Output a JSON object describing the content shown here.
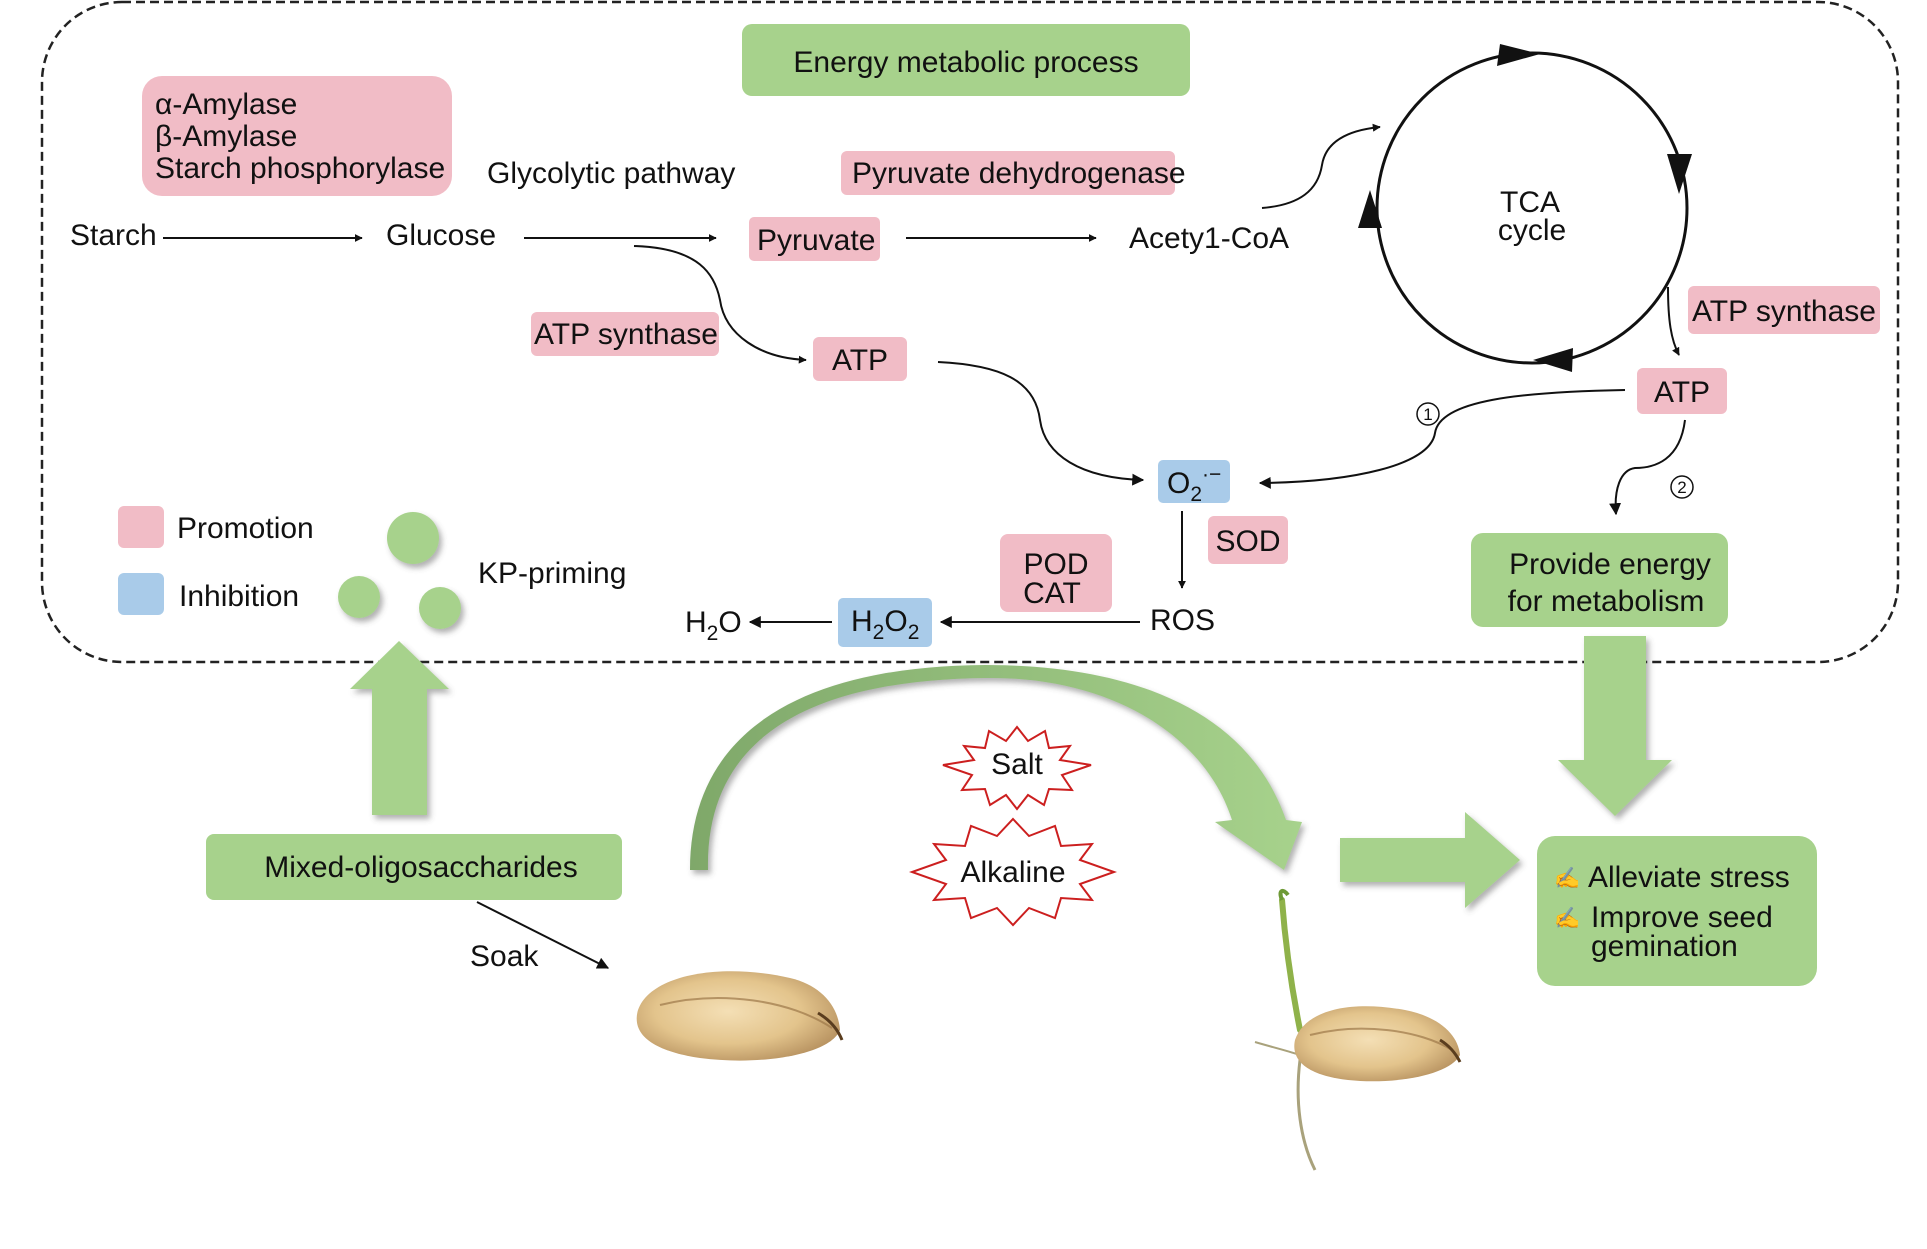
{
  "colors": {
    "pink": "#f1bcc6",
    "blue": "#a9cbe9",
    "green": "#a7d28c",
    "green_dark": "#7fa86a",
    "star_red": "#cc1f1f",
    "border": "#222222"
  },
  "header": {
    "title": "Energy metabolic process"
  },
  "enzymes": {
    "amylase_1": "α-Amylase",
    "amylase_2": "β-Amylase",
    "amylase_3": "Starch phosphorylase",
    "pyruvate_dh": "Pyruvate dehydrogenase",
    "atp_synthase_left": "ATP synthase",
    "atp_synthase_right": "ATP synthase",
    "sod": "SOD",
    "pod": "POD",
    "cat": "CAT"
  },
  "pathway": {
    "starch": "Starch",
    "glucose": "Glucose",
    "glycolytic": "Glycolytic pathway",
    "pyruvate": "Pyruvate",
    "acetyl_coa": "Acety1-CoA",
    "tca_1": "TCA",
    "tca_2": "cycle",
    "atp_left": "ATP",
    "atp_right": "ATP",
    "superoxide": "O",
    "superoxide_sub": "2",
    "superoxide_sup": "·−",
    "ros": "ROS",
    "h2o2_h": "H",
    "h2o2_sub1": "2",
    "h2o2_o": "O",
    "h2o2_sub2": "2",
    "h2o_h": "H",
    "h2o_sub": "2",
    "h2o_o": "O",
    "marker_1": "①",
    "marker_2": "②",
    "energy_1": "Provide energy",
    "energy_2": "for metabolism"
  },
  "legend": {
    "promotion": "Promotion",
    "inhibition": "Inhibition"
  },
  "priming": {
    "kp": "KP-priming",
    "oligo": "Mixed-oligosaccharides",
    "soak": "Soak"
  },
  "stress": {
    "salt": "Salt",
    "alkaline": "Alkaline"
  },
  "outcome": {
    "bullet_icon": "✍",
    "item_1": "Alleviate stress",
    "item_2a": "Improve seed",
    "item_2b": "gemination"
  }
}
